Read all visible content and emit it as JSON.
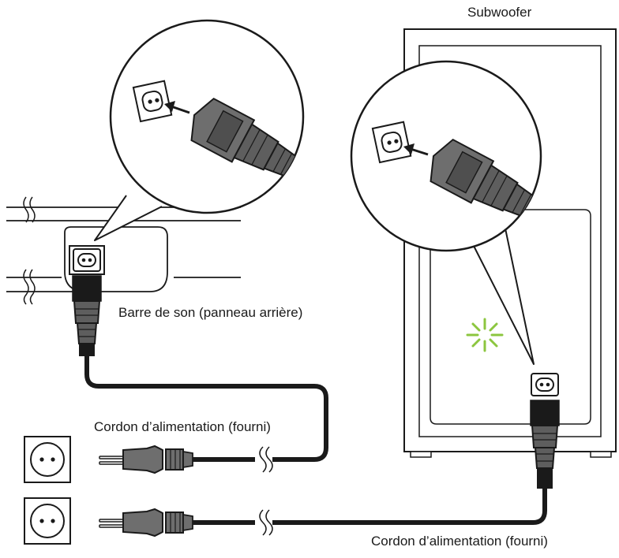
{
  "labels": {
    "subwoofer": "Subwoofer",
    "soundbar": "Barre de son (panneau arrière)",
    "cord_top": "Cordon d’alimentation (fourni)",
    "cord_bottom": "Cordon d’alimentation (fourni)"
  },
  "colors": {
    "line": "#1a1a1a",
    "plug_fill": "#6e6e6e",
    "plug_dark": "#4a4a4a",
    "indicator": "#8cc63f"
  },
  "icons": [
    "ac-inlet-icon",
    "wall-outlet-icon",
    "power-plug-icon",
    "power-indicator-icon",
    "magnifier-callout"
  ]
}
